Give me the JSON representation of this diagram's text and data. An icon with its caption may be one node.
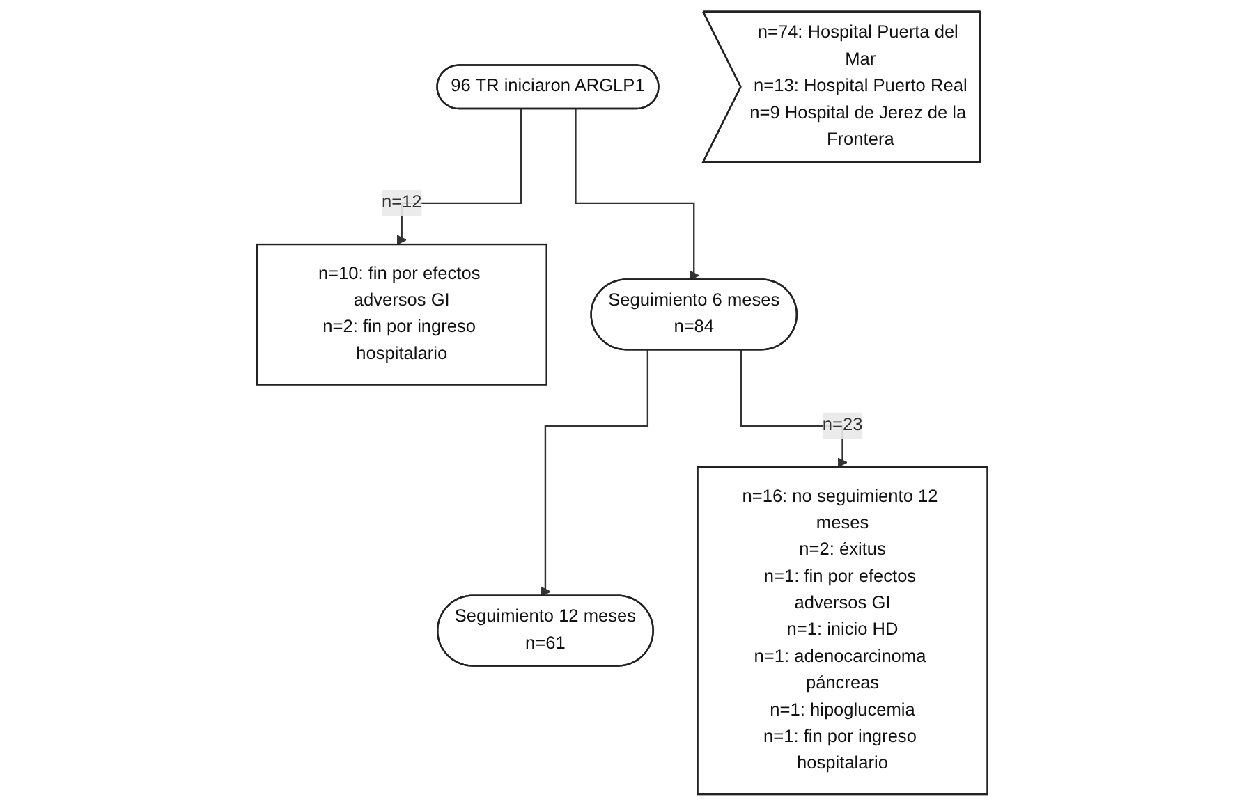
{
  "diagram": {
    "nodes": [
      {
        "text": [
          "96 TR iniciaron ARGLP1"
        ]
      },
      {
        "text": [
          "n=74: Hospital Puerta del Mar",
          "n=13: Hospital Puerto Real",
          "n=9 Hospital de Jerez de la Frontera"
        ]
      },
      {
        "text": [
          "n=10: fin por efectos adversos GI",
          "n=2: fin por ingreso hospitalario"
        ]
      },
      {
        "text": [
          "Seguimiento 6 meses",
          "n=84"
        ]
      },
      {
        "text": [
          "n=16: no seguimiento 12 meses",
          "n=2: éxitus",
          "n=1: fin por efectos adversos GI",
          "n=1: inicio HD",
          "n=1: adenocarcinoma páncreas",
          "n=1: hipoglucemia",
          "n=1: fin por ingreso hospitalario"
        ]
      },
      {
        "text": [
          "Seguimiento 12 meses",
          "n=61"
        ]
      }
    ],
    "edges": [
      {
        "from": 0,
        "to": 3,
        "arrow": "to"
      },
      {
        "from": 0,
        "to": 2,
        "arrow": "to",
        "label": "n=12"
      },
      {
        "from": 3,
        "to": 5,
        "arrow": "to"
      },
      {
        "from": 3,
        "to": 4,
        "arrow": "to",
        "label": "n=23"
      }
    ]
  }
}
